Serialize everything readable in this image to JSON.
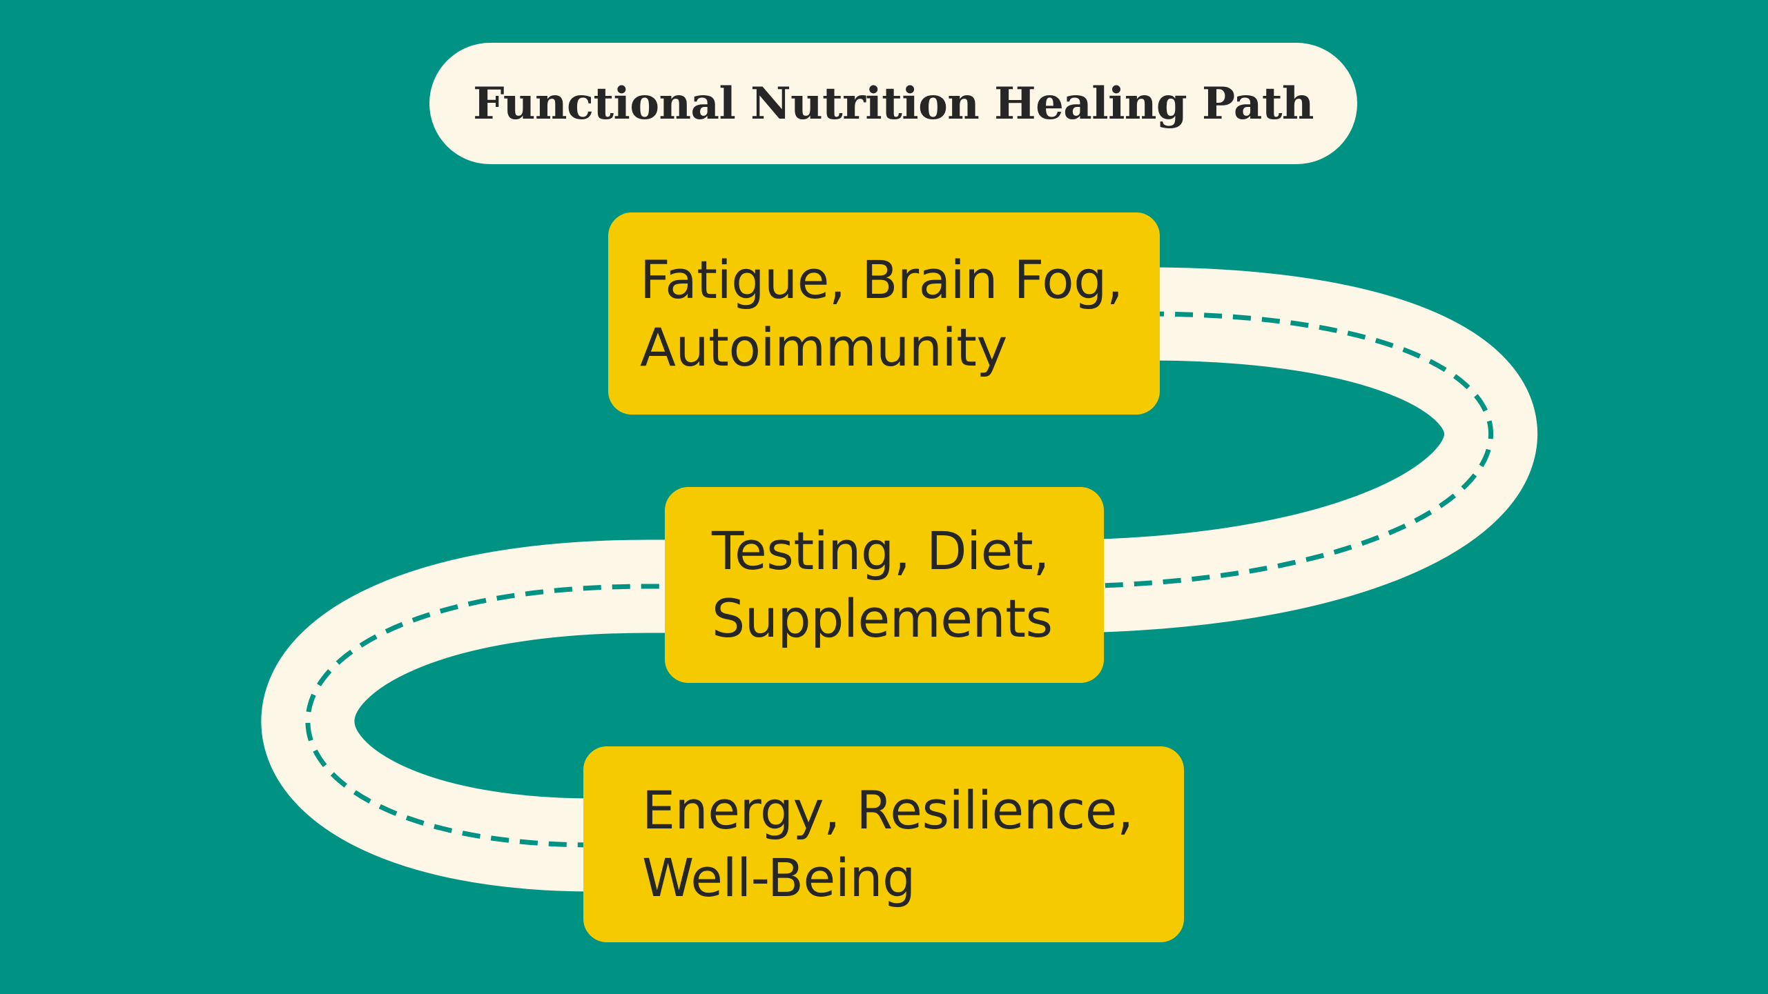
{
  "title": "Functional Nutrition Healing Path",
  "steps": [
    {
      "line1": "Fatigue, Brain Fog,",
      "line2": "Autoimmunity"
    },
    {
      "line1": "Testing, Diet,",
      "line2": "Supplements"
    },
    {
      "line1": "Energy, Resilience,",
      "line2": "Well-Being"
    }
  ],
  "colors": {
    "background": "#009383",
    "path": "#fdf7e8",
    "path_dash": "#009383",
    "box": "#f5cb00",
    "text": "#262626"
  }
}
